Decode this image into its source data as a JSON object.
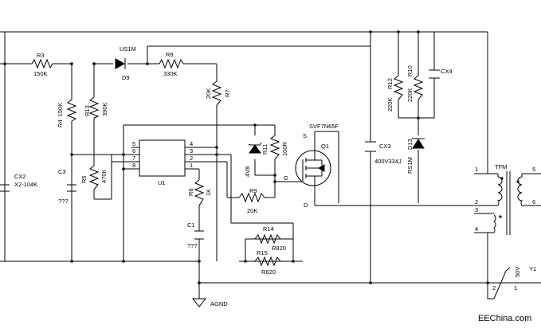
{
  "components": {
    "R3": {
      "ref": "R3",
      "value": "150K"
    },
    "R4": {
      "ref": "R4",
      "value": "150K"
    },
    "R13": {
      "ref": "R13",
      "value": "390K"
    },
    "R5": {
      "ref": "R5",
      "value": "470K"
    },
    "R8": {
      "ref": "R8",
      "value": "330K"
    },
    "R7": {
      "ref": "R7",
      "value": "20K"
    },
    "R6": {
      "ref": "R6",
      "value": "1K"
    },
    "R9": {
      "ref": "R9",
      "value": "20K"
    },
    "R11": {
      "ref": "R11",
      "value": "100R"
    },
    "R14": {
      "ref": "R14",
      "value": "R820"
    },
    "R15": {
      "ref": "R15",
      "value": "R620"
    },
    "R12": {
      "ref": "R12",
      "value": "220K"
    },
    "R10": {
      "ref": "R10",
      "value": "220K"
    },
    "CX2": {
      "ref": "CX2",
      "value": "X2-104K"
    },
    "C3": {
      "ref": "C3",
      "value": "???"
    },
    "C1": {
      "ref": "C1",
      "value": "???"
    },
    "CX3": {
      "ref": "CX3",
      "value": "400V334J"
    },
    "CX4": {
      "ref": "CX4"
    },
    "D9": {
      "ref": "D9",
      "part": "US1M"
    },
    "D13": {
      "ref": "D13",
      "part": "RS1M"
    },
    "D_zener": {
      "value": "4V8"
    },
    "U1": {
      "ref": "U1",
      "pins": [
        "1",
        "2",
        "3",
        "4",
        "5",
        "6",
        "7",
        "8"
      ]
    },
    "Q1": {
      "ref": "Q1",
      "part": "SVF7N65F",
      "gate": "G",
      "drain": "D",
      "source": "S"
    },
    "TFM": {
      "ref": "TFM",
      "pins": [
        "1",
        "2",
        "3",
        "4",
        "5",
        "6"
      ]
    },
    "Y1": {
      "ref": "Y1",
      "rating": "50V",
      "pins": [
        "1",
        "2"
      ]
    }
  },
  "ground_label": "AGND",
  "watermark": "EEChina.com"
}
